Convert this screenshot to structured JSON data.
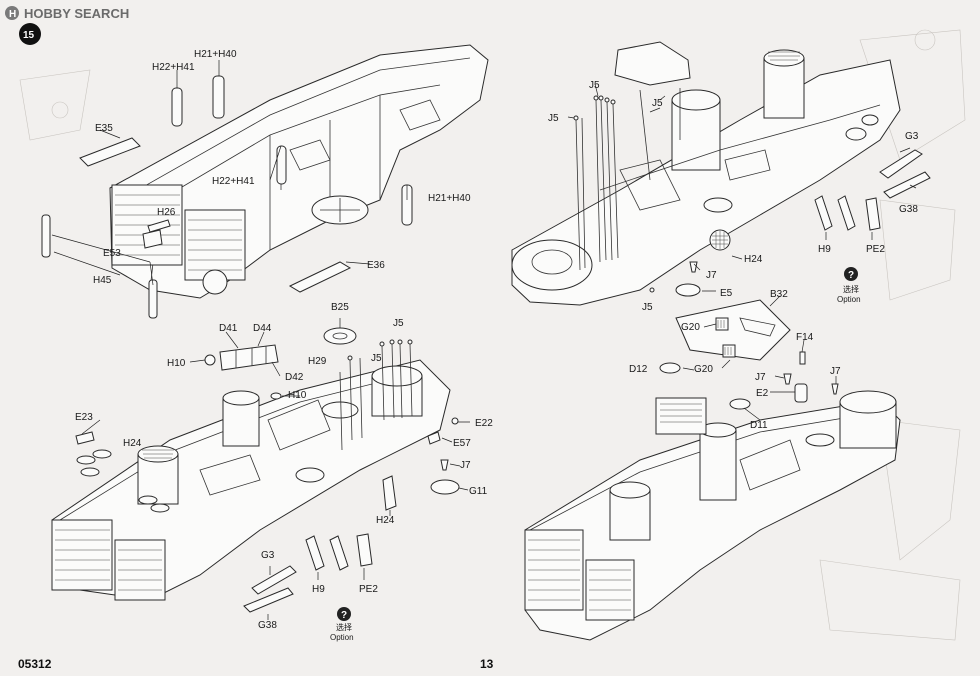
{
  "watermark": {
    "text": "HOBBY SEARCH",
    "logo_mark": "H"
  },
  "step": {
    "number": "15"
  },
  "footer": {
    "code": "05312",
    "page": "13"
  },
  "option_note": {
    "glyph": "?",
    "cn": "选择",
    "en": "Option"
  },
  "labels": {
    "p1_h21h40_a": "H21+H40",
    "p1_h22h41_a": "H22+H41",
    "p1_e35": "E35",
    "p1_h22h41_b": "H22+H41",
    "p1_h21h40_b": "H21+H40",
    "p1_h26": "H26",
    "p1_e53": "E53",
    "p1_e36": "E36",
    "p1_h45": "H45",
    "p2_j5_a": "J5",
    "p2_j5_b": "J5",
    "p2_j5_c": "J5",
    "p2_j5_d": "J5",
    "p2_g3": "G3",
    "p2_g38": "G38",
    "p2_h24": "H24",
    "p2_j7": "J7",
    "p2_e5": "E5",
    "p2_h9": "H9",
    "p2_pe2": "PE2",
    "p3_b25": "B25",
    "p3_d41": "D41",
    "p3_d44": "D44",
    "p3_j5_a": "J5",
    "p3_h10_a": "H10",
    "p3_h29": "H29",
    "p3_j5_b": "J5",
    "p3_d42": "D42",
    "p3_h10_b": "H10",
    "p3_e23": "E23",
    "p3_e22": "E22",
    "p3_h24_a": "H24",
    "p3_e57": "E57",
    "p3_j7": "J7",
    "p3_g11": "G11",
    "p3_h24_b": "H24",
    "p3_g3": "G3",
    "p3_h9": "H9",
    "p3_pe2": "PE2",
    "p3_g38": "G38",
    "p4_b32": "B32",
    "p4_g20_a": "G20",
    "p4_f14": "F14",
    "p4_d12": "D12",
    "p4_g20_b": "G20",
    "p4_j7_a": "J7",
    "p4_e2": "E2",
    "p4_j7_b": "J7",
    "p4_d11": "D11"
  }
}
